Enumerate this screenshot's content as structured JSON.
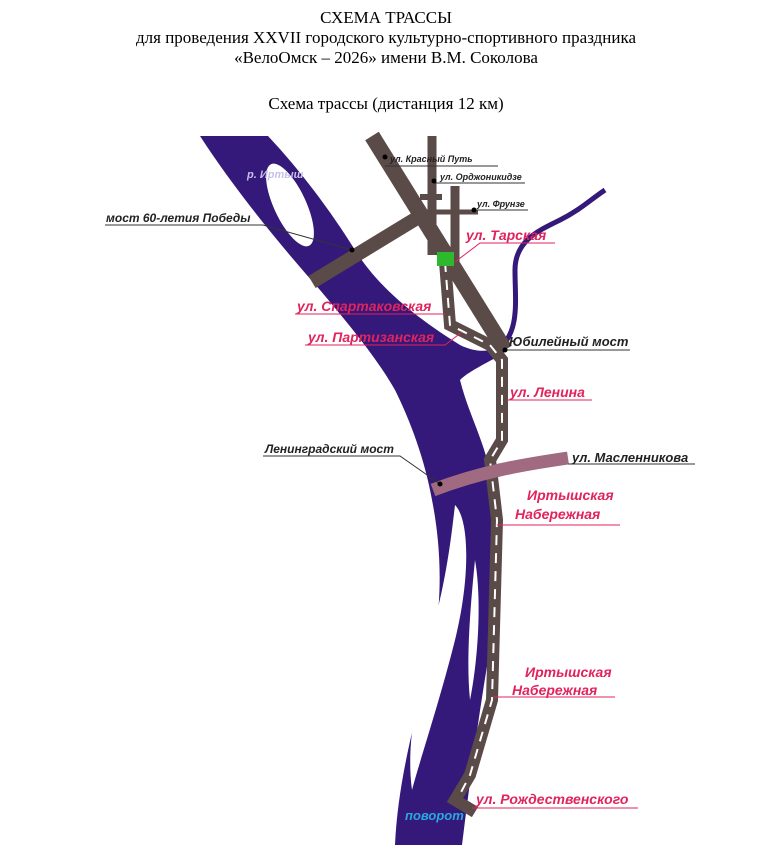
{
  "header": {
    "title": "СХЕМА ТРАССЫ",
    "line2": "для проведения XXVII городского культурно-спортивного праздника",
    "line3": "«ВелоОмск – 2026» имени В.М. Соколова",
    "subtitle": "Схема трассы (дистанция 12 км)"
  },
  "map": {
    "river_label": "р. Иртыш",
    "labels": {
      "krasny_put": "ул. Красный Путь",
      "ordzhonikidze": "ул. Орджоникидзе",
      "frunze": "ул. Фрунзе",
      "most60": "мост 60-летия Победы",
      "tarskaya": "ул. Тарская",
      "spartakovskaya": "ул. Спартаковская",
      "partizanskaya": "ул. Партизанская",
      "yubileyny": "Юбилейный мост",
      "lenina": "ул. Ленина",
      "leningradsky": "Ленинградский мост",
      "maslennikova": "ул. Масленникова",
      "naberezhnaya1_a": "Иртышская",
      "naberezhnaya1_b": "Набережная",
      "naberezhnaya2_a": "Иртышская",
      "naberezhnaya2_b": "Набережная",
      "rozhdestvenskogo": "ул. Рождественского",
      "povorot": "поворот"
    },
    "colors": {
      "river": "#34197a",
      "road": "#5a4a48",
      "route_label": "#e0245e",
      "bridge": "#a06a80",
      "start": "#2db82d",
      "turn": "#29a8e0"
    }
  }
}
